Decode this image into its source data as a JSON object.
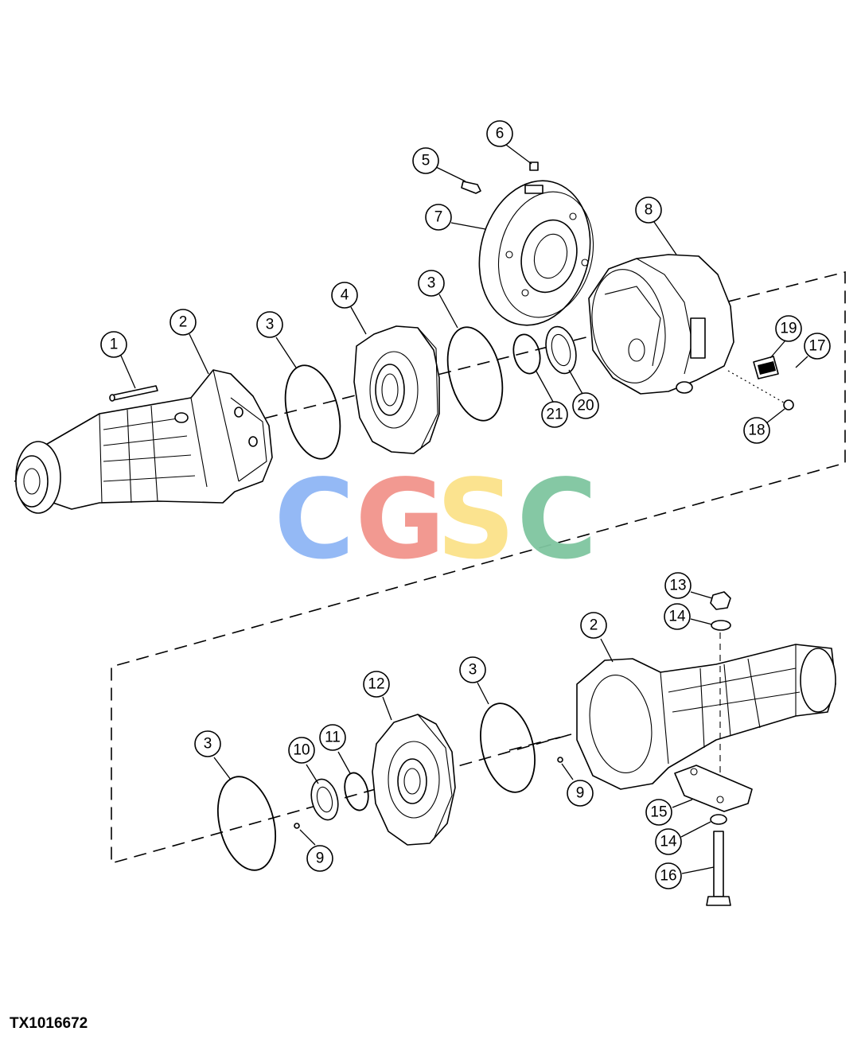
{
  "figure_id": "TX1016672",
  "watermark": {
    "letters": [
      "C",
      "G",
      "S",
      "C"
    ],
    "colors": [
      "#8fb6f5",
      "#f2948c",
      "#fbe28a",
      "#7fc6a0"
    ]
  },
  "callouts": {
    "c1": "1",
    "c2a": "2",
    "c2b": "2",
    "c3a": "3",
    "c3b": "3",
    "c3c": "3",
    "c3d": "3",
    "c4": "4",
    "c5": "5",
    "c6": "6",
    "c7": "7",
    "c8": "8",
    "c9a": "9",
    "c9b": "9",
    "c10": "10",
    "c11": "11",
    "c12": "12",
    "c13": "13",
    "c14a": "14",
    "c14b": "14",
    "c15": "15",
    "c16": "16",
    "c17": "17",
    "c18": "18",
    "c19": "19",
    "c20": "20",
    "c21": "21"
  }
}
